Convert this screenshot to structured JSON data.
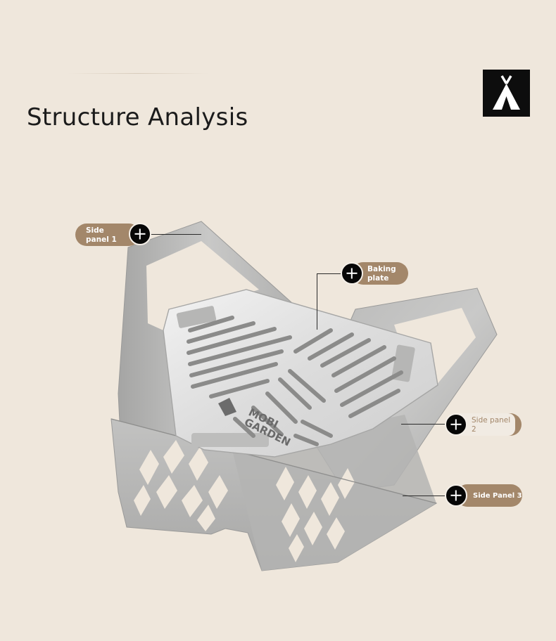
{
  "header": {
    "title": "Structure Analysis",
    "logo_icon": "tent-icon"
  },
  "callouts": {
    "side_panel_1": {
      "label": "Side\npanel 1",
      "icon": "plus-icon"
    },
    "baking_plate": {
      "label": "Baking\nplate",
      "icon": "plus-icon"
    },
    "side_panel_2": {
      "label": "Side panel\n2",
      "icon": "plus-icon"
    },
    "side_panel_3": {
      "label": "Side Panel 3",
      "icon": "plus-icon"
    }
  },
  "product": {
    "brand_text_line1": "MOBI",
    "brand_text_line2": "GARDEN"
  },
  "colors": {
    "background": "#efe7dc",
    "accent": "#a3876a",
    "steel": "#bcbcbc",
    "black": "#070707"
  }
}
